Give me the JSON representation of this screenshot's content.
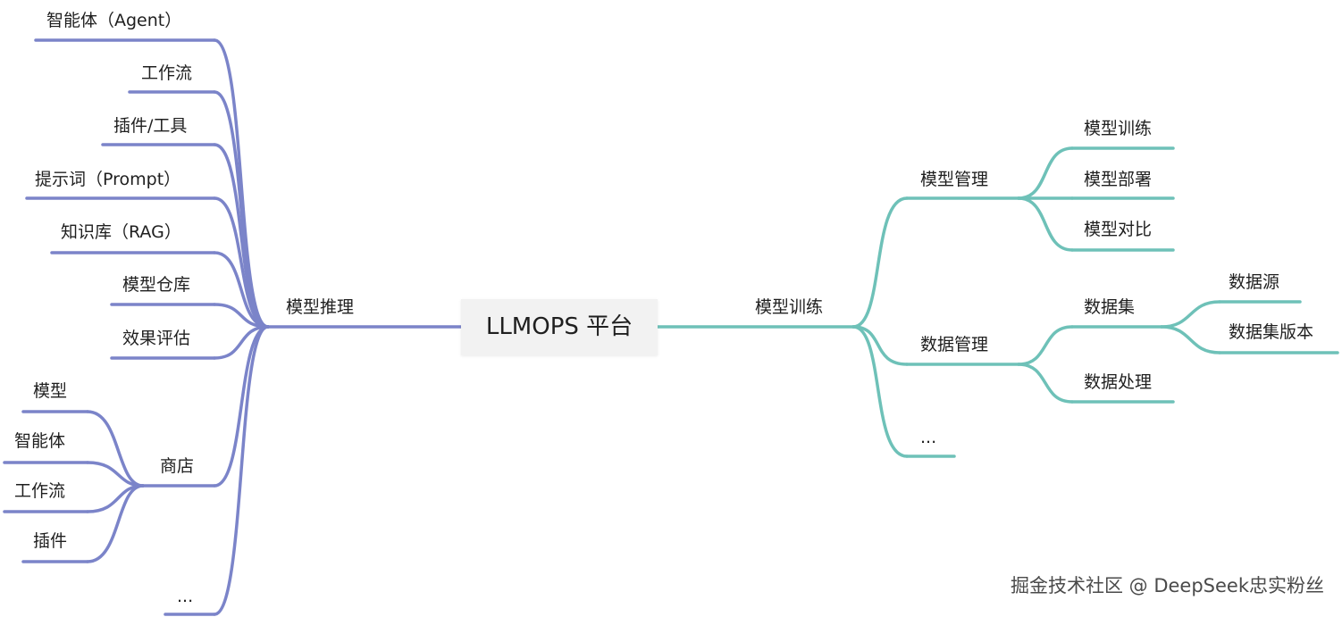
{
  "center": {
    "label": "LLMOPS 平台"
  },
  "left": {
    "branch_label": "模型推理",
    "color": "#7b84c9",
    "items": [
      "智能体（Agent）",
      "工作流",
      "插件/工具",
      "提示词（Prompt）",
      "知识库（RAG）",
      "模型仓库",
      "效果评估"
    ],
    "store": {
      "label": "商店",
      "items": [
        "模型",
        "智能体",
        "工作流",
        "插件"
      ]
    },
    "ellipsis": "..."
  },
  "right": {
    "branch_label": "模型训练",
    "color": "#6ec1b8",
    "model_management": {
      "label": "模型管理",
      "items": [
        "模型训练",
        "模型部署",
        "模型对比"
      ]
    },
    "data_management": {
      "label": "数据管理",
      "dataset": {
        "label": "数据集",
        "items": [
          "数据源",
          "数据集版本"
        ]
      },
      "processing": "数据处理"
    },
    "ellipsis": "..."
  },
  "watermark": "掘金技术社区 @ DeepSeek忠实粉丝"
}
